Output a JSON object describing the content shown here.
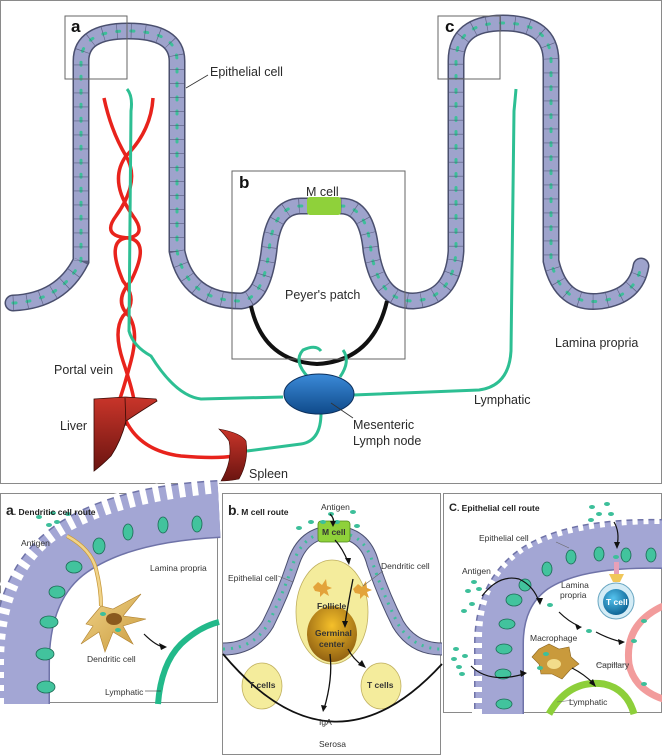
{
  "figure": {
    "main": {
      "box_letters": [
        "a",
        "b",
        "c"
      ],
      "labels": {
        "epithelial_cell": "Epithelial cell",
        "m_cell": "M cell",
        "peyers_patch": "Peyer's patch",
        "lamina_propria": "Lamina propria",
        "portal_vein": "Portal vein",
        "liver": "Liver",
        "spleen": "Spleen",
        "lymphatic": "Lymphatic",
        "mesenteric_lymph_node_line1": "Mesenteric",
        "mesenteric_lymph_node_line2": "Lymph node"
      }
    },
    "panel_a": {
      "letter": "a",
      "title": ". Dendritic cell route",
      "labels": {
        "antigen": "Antigen",
        "lamina_propria": "Lamina propria",
        "dendritic_cell": "Dendritic cell",
        "lymphatic": "Lymphatic"
      }
    },
    "panel_b": {
      "letter": "b",
      "title": ". M cell route",
      "labels": {
        "antigen": "Antigen",
        "m_cell": "M cell",
        "dendritic_cell": "Dendritic cell",
        "epithelial_cell": "Epithelial cell",
        "follicle": "Follicle",
        "germinal_center_line1": "Germinal",
        "germinal_center_line2": "center",
        "t_cells_left": "T cells",
        "t_cells_right": "T cells",
        "iga": "IgA",
        "serosa": "Serosa"
      }
    },
    "panel_c": {
      "letter": "C",
      "title": ". Epithelial cell route",
      "labels": {
        "epithelial_cell": "Epithelial cell",
        "antigen": "Antigen",
        "lamina_propria_line1": "Lamina",
        "lamina_propria_line2": "propria",
        "t_cell": "T cell",
        "macrophage": "Macrophage",
        "capillary": "Capillary",
        "lymphatic": "Lymphatic"
      }
    },
    "colors": {
      "epithelium": "#9ea3cc",
      "epithelium_outline": "#4a4f6e",
      "nucleus": "#3dbf9a",
      "blood_vessel": "#e8231c",
      "lymphatic_main": "#2dbf93",
      "lymphatic_c": "#8dcf3a",
      "m_cell": "#8fd13a",
      "liver_spleen": "#a52a1e",
      "lymph_node": "#1f6fbf",
      "follicle": "#f4ec9c",
      "germinal_center": "#d9a018",
      "dendritic_cell": "#e3bd5e",
      "capillary": "#f29c9c",
      "t_cell": "#1b9ad6"
    }
  }
}
